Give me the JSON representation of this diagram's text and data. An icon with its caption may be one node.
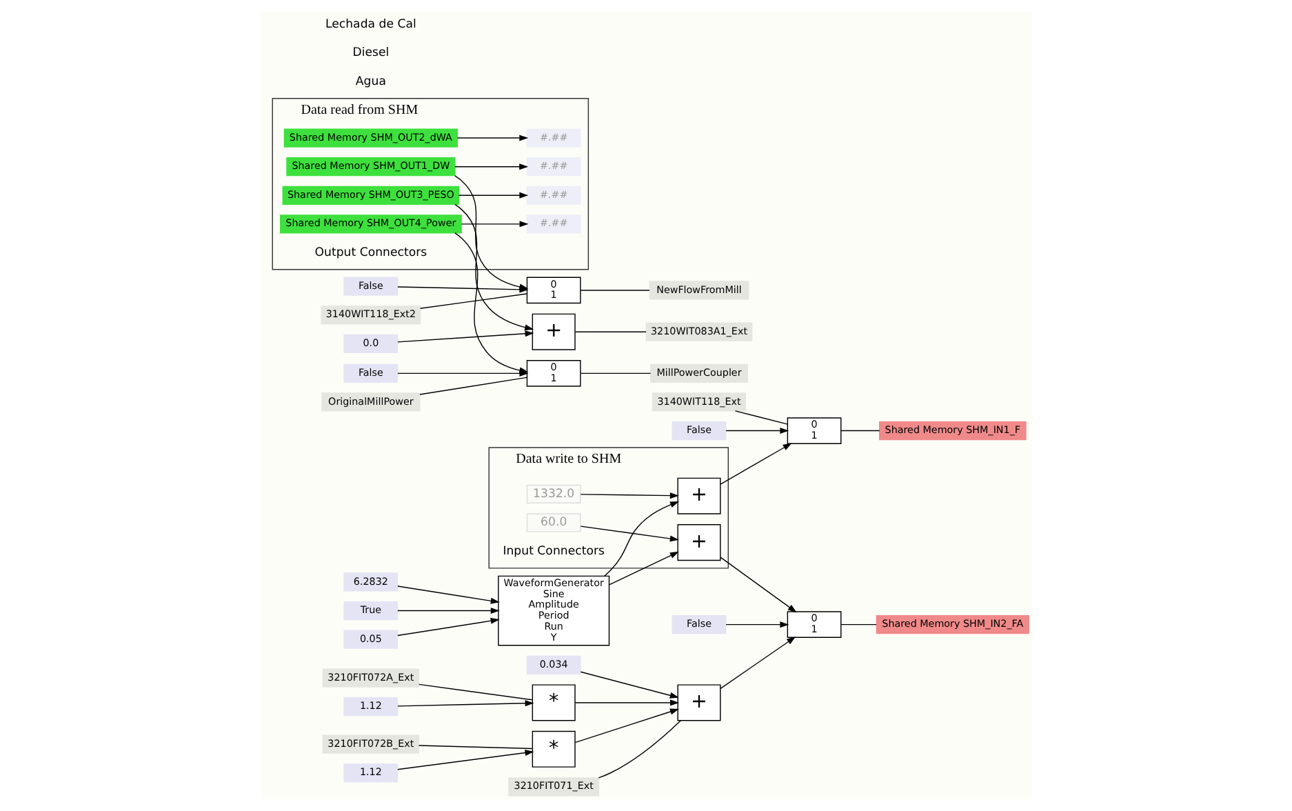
{
  "diagram": {
    "nodes": [
      {
        "text": [
          "Data write to SHM",
          "Input Connectors"
        ]
      },
      {
        "text": [
          "1332.0"
        ],
        "in": 0
      },
      {
        "text": [
          "60.0"
        ],
        "in": 0
      },
      {
        "text": [
          "+"
        ],
        "in": 0
      },
      {
        "text": [
          "+"
        ],
        "in": 0
      },
      {
        "text": [
          "WaveformGenerator",
          "Sine",
          "Amplitude",
          "Period",
          "Run",
          "Y"
        ]
      },
      {
        "text": [
          "0.05"
        ]
      },
      {
        "text": [
          "6.2832"
        ]
      },
      {
        "text": [
          "True"
        ]
      },
      {
        "text": [
          "False"
        ]
      },
      {
        "text": [
          "3140WIT118_Ext"
        ]
      },
      {
        "text": [
          "0",
          "1"
        ]
      },
      {
        "text": [
          "Shared Memory SHM_IN1_F"
        ]
      },
      {
        "text": [
          "False"
        ]
      },
      {
        "text": [
          "0",
          "1"
        ]
      },
      {
        "text": [
          "Shared Memory SHM_IN2_FA"
        ]
      },
      {
        "text": [
          "3210FIT071_Ext"
        ]
      },
      {
        "text": [
          "0.034"
        ]
      },
      {
        "text": [
          "+"
        ]
      },
      {
        "text": [
          "3210FIT072A_Ext"
        ]
      },
      {
        "text": [
          "1.12"
        ]
      },
      {
        "text": [
          "*"
        ]
      },
      {
        "text": [
          "3210FIT072B_Ext"
        ]
      },
      {
        "text": [
          "1.12"
        ]
      },
      {
        "text": [
          "*"
        ]
      },
      {
        "text": [
          "Data read from SHM",
          "Output Connectors"
        ]
      },
      {
        "text": [
          "Shared Memory SHM_OUT1_DW"
        ],
        "in": 25
      },
      {
        "text": [
          "#.##"
        ],
        "in": 25
      },
      {
        "text": [
          "Shared Memory SHM_OUT2_dWA"
        ],
        "in": 25
      },
      {
        "text": [
          "#.##"
        ],
        "in": 25
      },
      {
        "text": [
          "Shared Memory SHM_OUT3_PESO"
        ],
        "in": 25
      },
      {
        "text": [
          "#.##"
        ],
        "in": 25
      },
      {
        "text": [
          "Shared Memory SHM_OUT4_Power"
        ],
        "in": 25
      },
      {
        "text": [
          "#.##"
        ],
        "in": 25
      },
      {
        "text": [
          "False"
        ]
      },
      {
        "text": [
          "3140WIT118_Ext2"
        ]
      },
      {
        "text": [
          "0",
          "1"
        ]
      },
      {
        "text": [
          "NewFlowFromMill"
        ]
      },
      {
        "text": [
          "+"
        ]
      },
      {
        "text": [
          "0.0"
        ]
      },
      {
        "text": [
          "3210WIT083A1_Ext"
        ]
      },
      {
        "text": [
          "False"
        ]
      },
      {
        "text": [
          "OriginalMillPower"
        ]
      },
      {
        "text": [
          "0",
          "1"
        ]
      },
      {
        "text": [
          "MillPowerCoupler"
        ]
      }
    ],
    "edges": [
      {
        "from": 1,
        "to": 3,
        "arrow": "to"
      },
      {
        "from": 5,
        "to": 3,
        "arrow": "to"
      },
      {
        "from": 2,
        "to": 4,
        "arrow": "to"
      },
      {
        "from": 5,
        "to": 4,
        "arrow": "to"
      },
      {
        "from": 6,
        "to": 5,
        "arrow": "to"
      },
      {
        "from": 7,
        "to": 5,
        "arrow": "to"
      },
      {
        "from": 8,
        "to": 5,
        "arrow": "to"
      },
      {
        "from": 9,
        "to": 11,
        "arrow": "to"
      },
      {
        "from": 3,
        "to": 11,
        "arrow": "to"
      },
      {
        "from": 10,
        "to": 11,
        "arrow": "none"
      },
      {
        "from": 11,
        "to": 12,
        "arrow": "none"
      },
      {
        "from": 13,
        "to": 14,
        "arrow": "to"
      },
      {
        "from": 4,
        "to": 14,
        "arrow": "to"
      },
      {
        "from": 18,
        "to": 14,
        "arrow": "to"
      },
      {
        "from": 14,
        "to": 15,
        "arrow": "none"
      },
      {
        "from": 16,
        "to": 18,
        "arrow": "none"
      },
      {
        "from": 17,
        "to": 18,
        "arrow": "to"
      },
      {
        "from": 19,
        "to": 21,
        "arrow": "none"
      },
      {
        "from": 20,
        "to": 21,
        "arrow": "to"
      },
      {
        "from": 22,
        "to": 24,
        "arrow": "none"
      },
      {
        "from": 23,
        "to": 24,
        "arrow": "to"
      },
      {
        "from": 21,
        "to": 18,
        "arrow": "to"
      },
      {
        "from": 24,
        "to": 18,
        "arrow": "to"
      },
      {
        "from": 26,
        "to": 27,
        "arrow": "to"
      },
      {
        "from": 28,
        "to": 29,
        "arrow": "to"
      },
      {
        "from": 30,
        "to": 31,
        "arrow": "to"
      },
      {
        "from": 32,
        "to": 33,
        "arrow": "to"
      },
      {
        "from": 26,
        "to": 36,
        "arrow": "to"
      },
      {
        "from": 34,
        "to": 36,
        "arrow": "to"
      },
      {
        "from": 35,
        "to": 36,
        "arrow": "none"
      },
      {
        "from": 36,
        "to": 37,
        "arrow": "none"
      },
      {
        "from": 30,
        "to": 38,
        "arrow": "to"
      },
      {
        "from": 39,
        "to": 38,
        "arrow": "to"
      },
      {
        "from": 38,
        "to": 40,
        "arrow": "none"
      },
      {
        "from": 41,
        "to": 43,
        "arrow": "to"
      },
      {
        "from": 42,
        "to": 43,
        "arrow": "none"
      },
      {
        "from": 32,
        "to": 43,
        "arrow": "to"
      },
      {
        "from": 43,
        "to": 44,
        "arrow": "none"
      }
    ],
    "labels": [
      "Agua",
      "Diesel",
      "Lechada de Cal"
    ]
  }
}
